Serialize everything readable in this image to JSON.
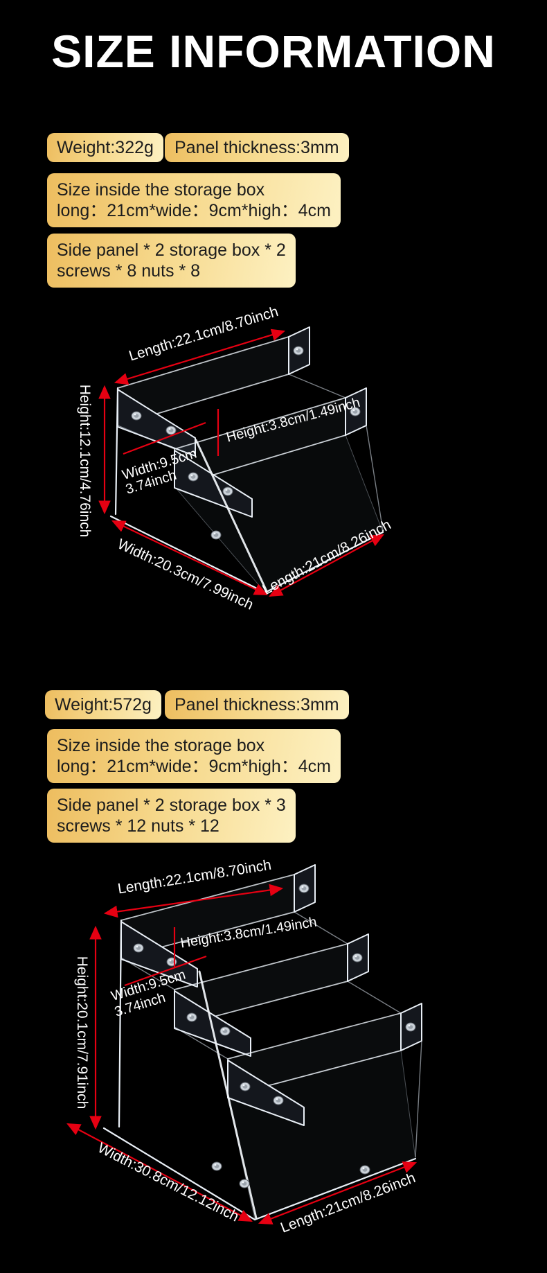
{
  "title": "SIZE INFORMATION",
  "colors": {
    "background": "#000000",
    "accent_red": "#e60012",
    "chip_gradient_start": "#edbd5f",
    "chip_gradient_end": "#fdf1c2",
    "chip_text": "#1d1d1d",
    "label_text": "#ffffff"
  },
  "sections": [
    {
      "tiers": 2,
      "chips": {
        "weight": "Weight:322g",
        "panel_thickness": "Panel thickness:3mm",
        "inner_size_title": "Size inside the storage box",
        "inner_size_detail": "long：21cm*wide：9cm*high：4cm",
        "contents_line1": "Side panel * 2 storage box * 2",
        "contents_line2": "screws * 8 nuts * 8"
      },
      "dims": {
        "top_length": "Length:22.1cm/8.70inch",
        "total_height": "Height:12.1cm/4.76inch",
        "tier_height": "Height:3.8cm/1.49inch",
        "tier_width_cm": "Width:9.5cm",
        "tier_width_inch": "3.74inch",
        "base_width": "Width:20.3cm/7.99inch",
        "base_length": "Length:21cm/8.26inch"
      }
    },
    {
      "tiers": 3,
      "chips": {
        "weight": "Weight:572g",
        "panel_thickness": "Panel thickness:3mm",
        "inner_size_title": "Size inside the storage box",
        "inner_size_detail": "long：21cm*wide：9cm*high：4cm",
        "contents_line1": "Side panel * 2 storage box * 3",
        "contents_line2": "screws * 12 nuts * 12"
      },
      "dims": {
        "top_length": "Length:22.1cm/8.70inch",
        "total_height": "Height:20.1cm/7.91inch",
        "tier_height": "Height:3.8cm/1.49inch",
        "tier_width_cm": "Width:9.5cm",
        "tier_width_inch": "3.74inch",
        "base_width": "Width:30.8cm/12.12inch",
        "base_length": "Length:21cm/8.26inch"
      }
    }
  ]
}
